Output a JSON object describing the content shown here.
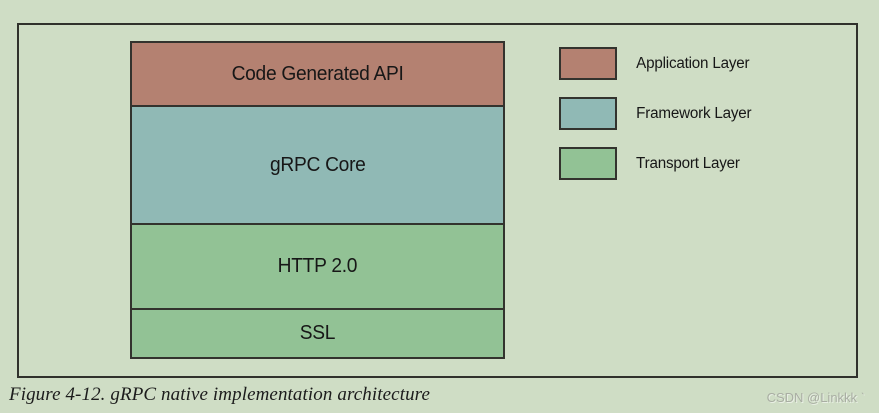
{
  "colors": {
    "background": "#cfddc5",
    "application_layer": "#b48171",
    "framework_layer": "#90b9b5",
    "transport_layer": "#92c295",
    "border": "#33332e"
  },
  "diagram": {
    "layers": [
      {
        "label": "Code Generated API",
        "layer_type": "Application Layer",
        "color": "#b48171"
      },
      {
        "label": "gRPC Core",
        "layer_type": "Framework Layer",
        "color": "#90b9b5"
      },
      {
        "label": "HTTP 2.0",
        "layer_type": "Transport Layer",
        "color": "#92c295"
      },
      {
        "label": "SSL",
        "layer_type": "Transport Layer",
        "color": "#92c295"
      }
    ],
    "legend": [
      {
        "label": "Application Layer",
        "color": "#b48171"
      },
      {
        "label": "Framework Layer",
        "color": "#90b9b5"
      },
      {
        "label": "Transport Layer",
        "color": "#92c295"
      }
    ]
  },
  "caption": "Figure 4-12. gRPC native implementation architecture",
  "watermark": "CSDN @Linkkk ˋ"
}
